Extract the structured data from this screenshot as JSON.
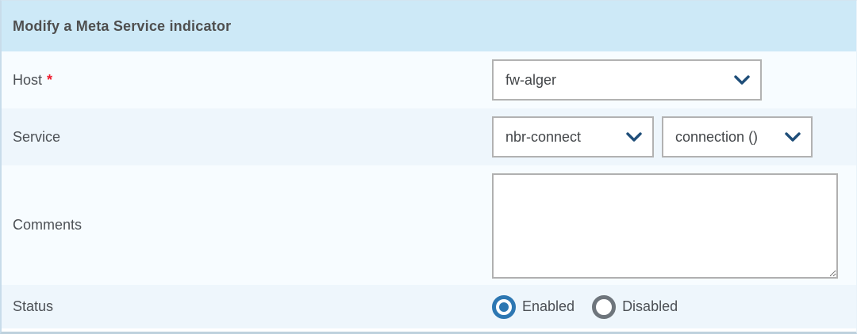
{
  "panel": {
    "title": "Modify a Meta Service indicator"
  },
  "fields": {
    "host": {
      "label": "Host",
      "required_marker": "*",
      "selected_value": "fw-alger"
    },
    "service": {
      "label": "Service",
      "service_selected_value": "nbr-connect",
      "metric_selected_value": "connection ()"
    },
    "comments": {
      "label": "Comments",
      "value": ""
    },
    "status": {
      "label": "Status",
      "options": [
        {
          "label": "Enabled",
          "selected": true
        },
        {
          "label": "Disabled",
          "selected": false
        }
      ]
    }
  },
  "icons": {
    "select_chevron": "chevron-down"
  },
  "colors": {
    "header_bg": "#cde9f7",
    "row_light_bg": "#f7fcff",
    "row_blue_bg": "#eef6fc",
    "required_red": "#ee1c2e",
    "radio_selected_blue": "#2d77b2",
    "radio_unselected_gray": "#6e757c",
    "chevron_navy": "#1f4e79",
    "select_border": "#b2b2b2",
    "panel_bottom_border": "#bed1dd"
  }
}
